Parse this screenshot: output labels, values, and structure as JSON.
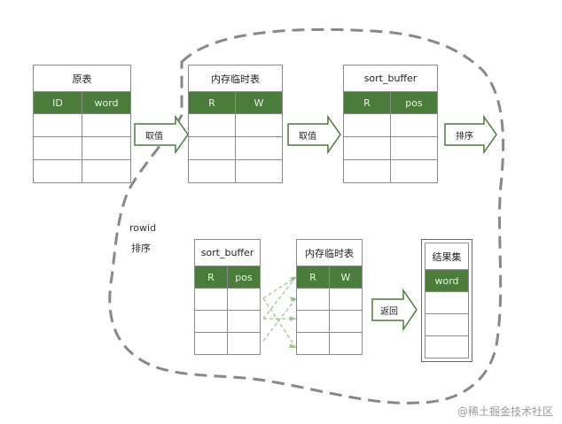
{
  "tables": {
    "original": {
      "title": "原表",
      "headers": [
        "ID",
        "word"
      ]
    },
    "temp1": {
      "title": "内存临时表",
      "headers": [
        "R",
        "W"
      ]
    },
    "sortbuf1": {
      "title": "sort_buffer",
      "headers": [
        "R",
        "pos"
      ]
    },
    "sortbuf2": {
      "title": "sort_buffer",
      "headers": [
        "R",
        "pos"
      ]
    },
    "temp2": {
      "title": "内存临时表",
      "headers": [
        "R",
        "W"
      ]
    },
    "result": {
      "title": "结果集",
      "headers": [
        "word"
      ]
    }
  },
  "arrows": {
    "fetch1": "取值",
    "fetch2": "取值",
    "sort": "排序",
    "return": "返回"
  },
  "region_label": {
    "line1": "rowid",
    "line2": "排序"
  },
  "watermark": "@稀土掘金技术社区",
  "colors": {
    "header_green": "#4a7d3a",
    "grid": "#8a8a8a",
    "dash": "#888888",
    "arrow_fill": "#ffffff"
  }
}
